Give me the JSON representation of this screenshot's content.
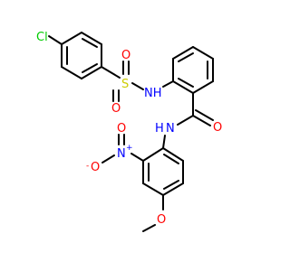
{
  "molecule": {
    "colors": {
      "bond": "#000000",
      "chlorine": "#00cc00",
      "sulfur": "#cccc00",
      "oxygen": "#ff0000",
      "nitrogen": "#0000ff",
      "carbon": "#000000"
    },
    "atoms": {
      "cl": "Cl",
      "s": "S",
      "o_sulfonyl_top": "O",
      "o_sulfonyl_bottom": "O",
      "nh_sulfonamide": "NH",
      "o_amide": "O",
      "n_amide": "N",
      "h_amide": "H",
      "n_nitro": "N",
      "n_nitro_charge": "+",
      "o_nitro_double": "O",
      "o_nitro_single": "O",
      "o_nitro_charge": "-",
      "o_methoxy": "O"
    }
  }
}
